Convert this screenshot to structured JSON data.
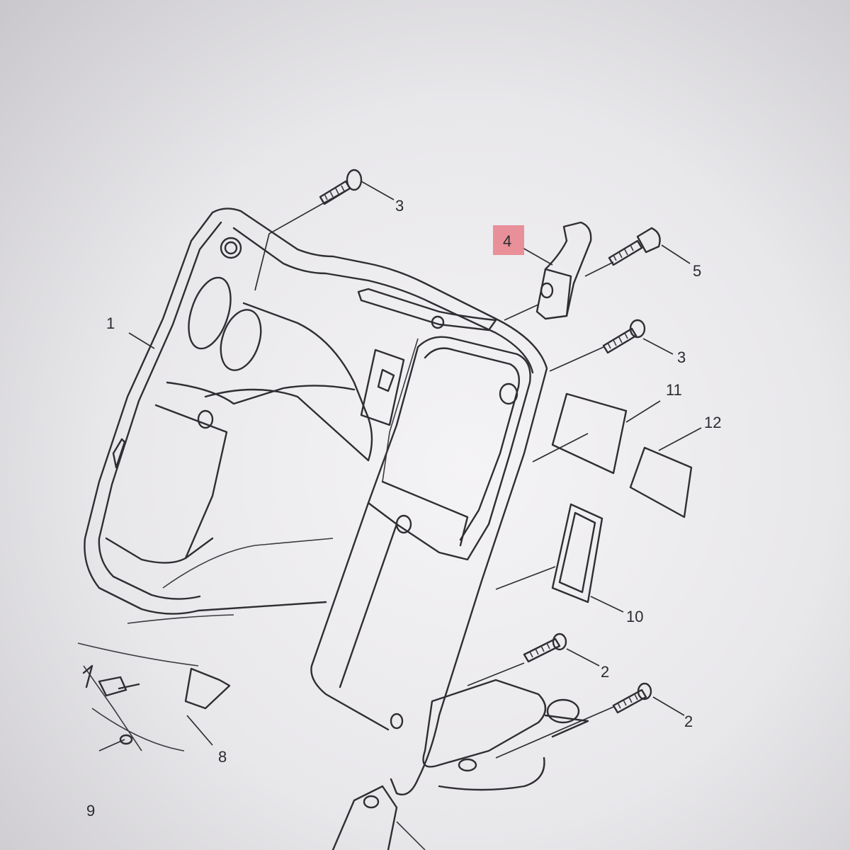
{
  "diagram": {
    "callouts": [
      {
        "id": "c1",
        "text": "1"
      },
      {
        "id": "c2a",
        "text": "2"
      },
      {
        "id": "c2b",
        "text": "2"
      },
      {
        "id": "c3a",
        "text": "3"
      },
      {
        "id": "c3b",
        "text": "3"
      },
      {
        "id": "c4",
        "text": "4",
        "highlighted": true
      },
      {
        "id": "c5",
        "text": "5"
      },
      {
        "id": "c8",
        "text": "8"
      },
      {
        "id": "c9",
        "text": "9"
      },
      {
        "id": "c10",
        "text": "10"
      },
      {
        "id": "c11",
        "text": "11"
      },
      {
        "id": "c12",
        "text": "12"
      }
    ],
    "highlight_color": "#e8808a",
    "line_color": "#2e2e33"
  }
}
